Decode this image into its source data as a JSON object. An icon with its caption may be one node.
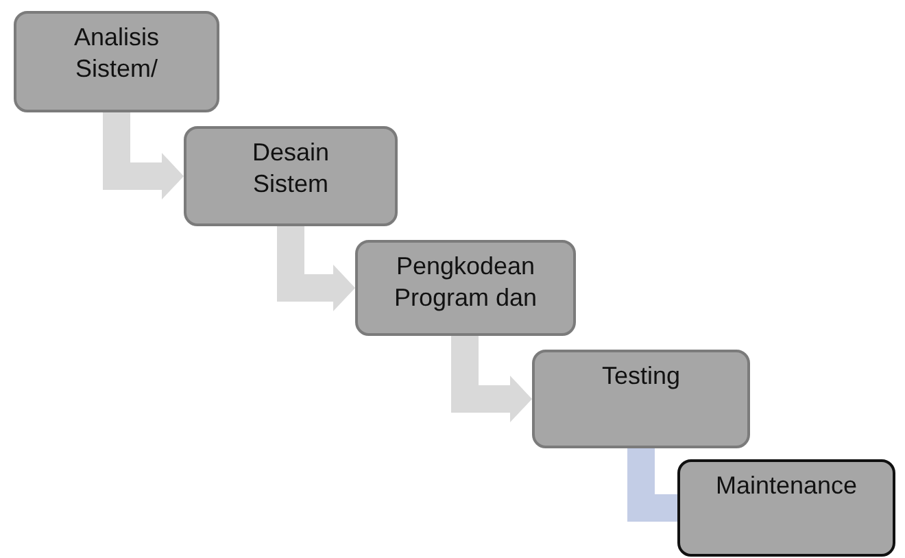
{
  "diagram": {
    "nodes": [
      {
        "text": [
          "Analisis Sistem/"
        ]
      },
      {
        "text": [
          "Desain Sistem"
        ]
      },
      {
        "text": [
          "Pengkodean Program dan"
        ]
      },
      {
        "text": [
          "Testing"
        ]
      },
      {
        "text": [
          "Maintenance"
        ]
      }
    ],
    "edges": [
      {
        "from": 0,
        "to": 1,
        "arrow": "to"
      },
      {
        "from": 1,
        "to": 2,
        "arrow": "to"
      },
      {
        "from": 2,
        "to": 3,
        "arrow": "to"
      },
      {
        "from": 3,
        "to": 4,
        "arrow": "none",
        "color": "#c3cde6"
      }
    ]
  }
}
